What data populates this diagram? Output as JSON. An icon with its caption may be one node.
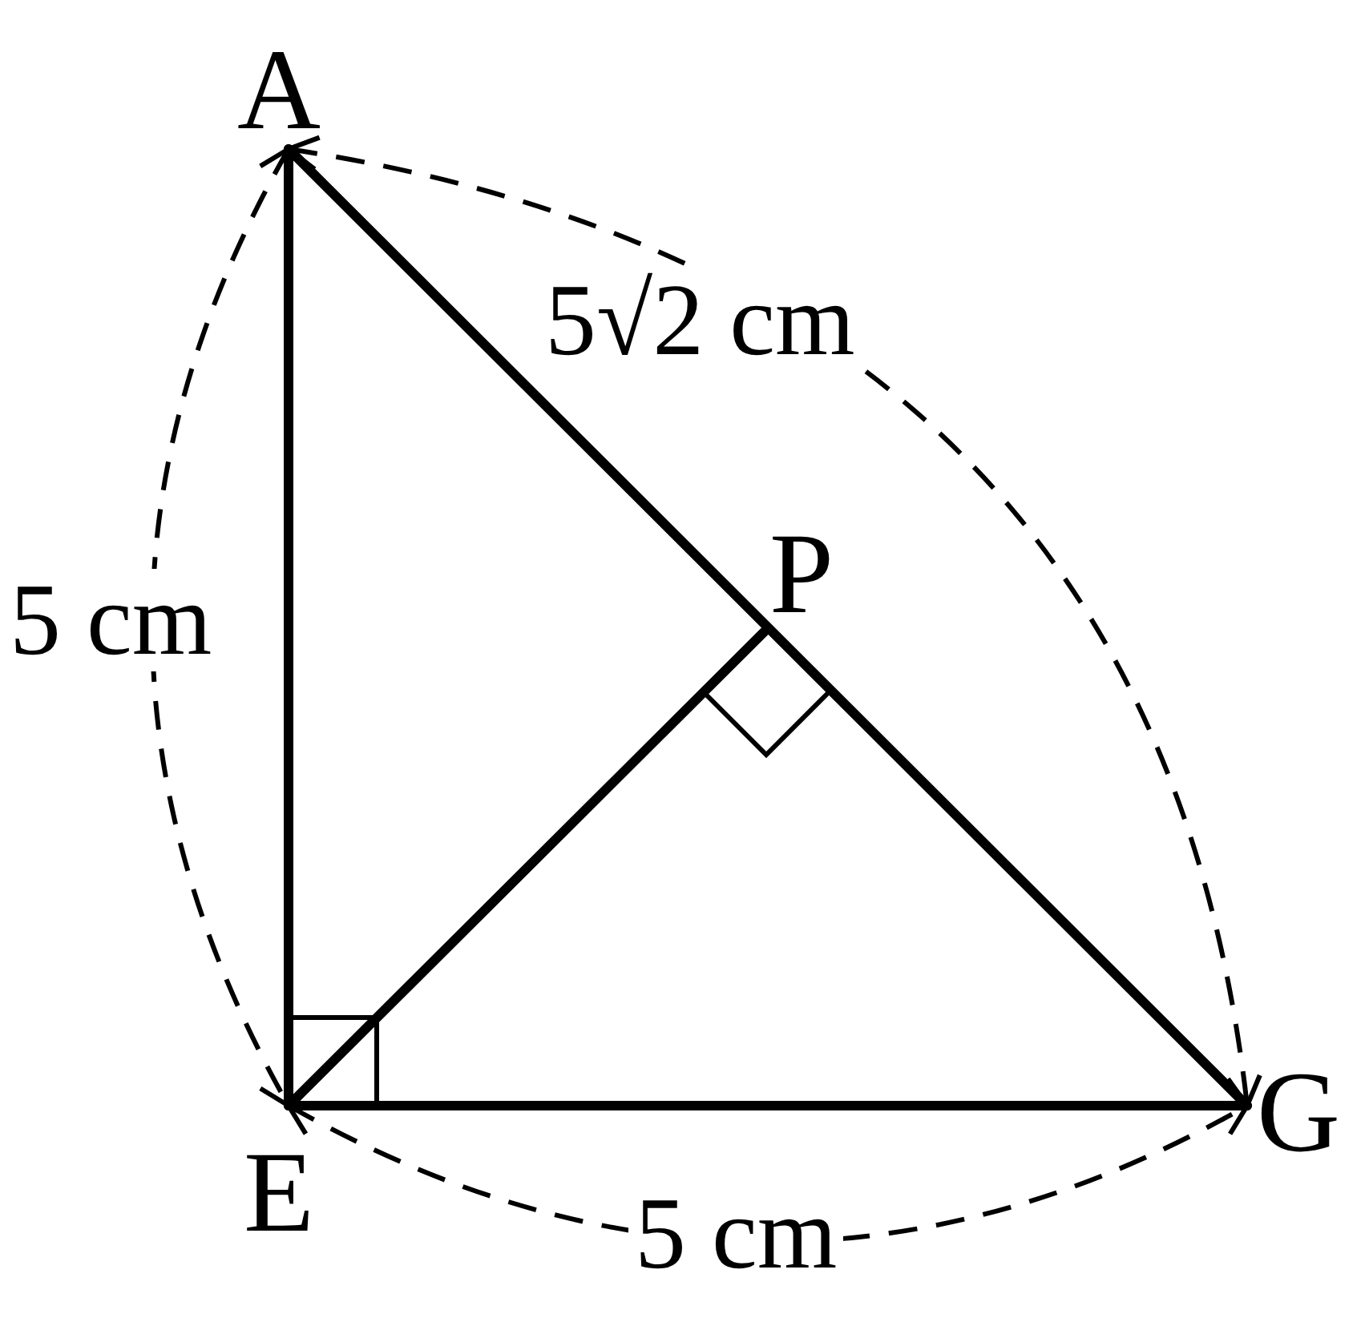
{
  "diagram": {
    "nodes": [
      {
        "text": [
          "A"
        ]
      },
      {
        "text": [
          "P"
        ]
      },
      {
        "text": [
          "E"
        ]
      },
      {
        "text": [
          "G"
        ]
      }
    ],
    "edges": [
      {
        "from": 0,
        "to": 2,
        "arrow": "none"
      },
      {
        "from": 0,
        "to": 3,
        "arrow": "none"
      },
      {
        "from": 2,
        "to": 3,
        "arrow": "none"
      },
      {
        "from": 2,
        "to": 1,
        "arrow": "none"
      }
    ],
    "labels": [
      "5√2 cm",
      "5 cm",
      "5 cm"
    ]
  }
}
